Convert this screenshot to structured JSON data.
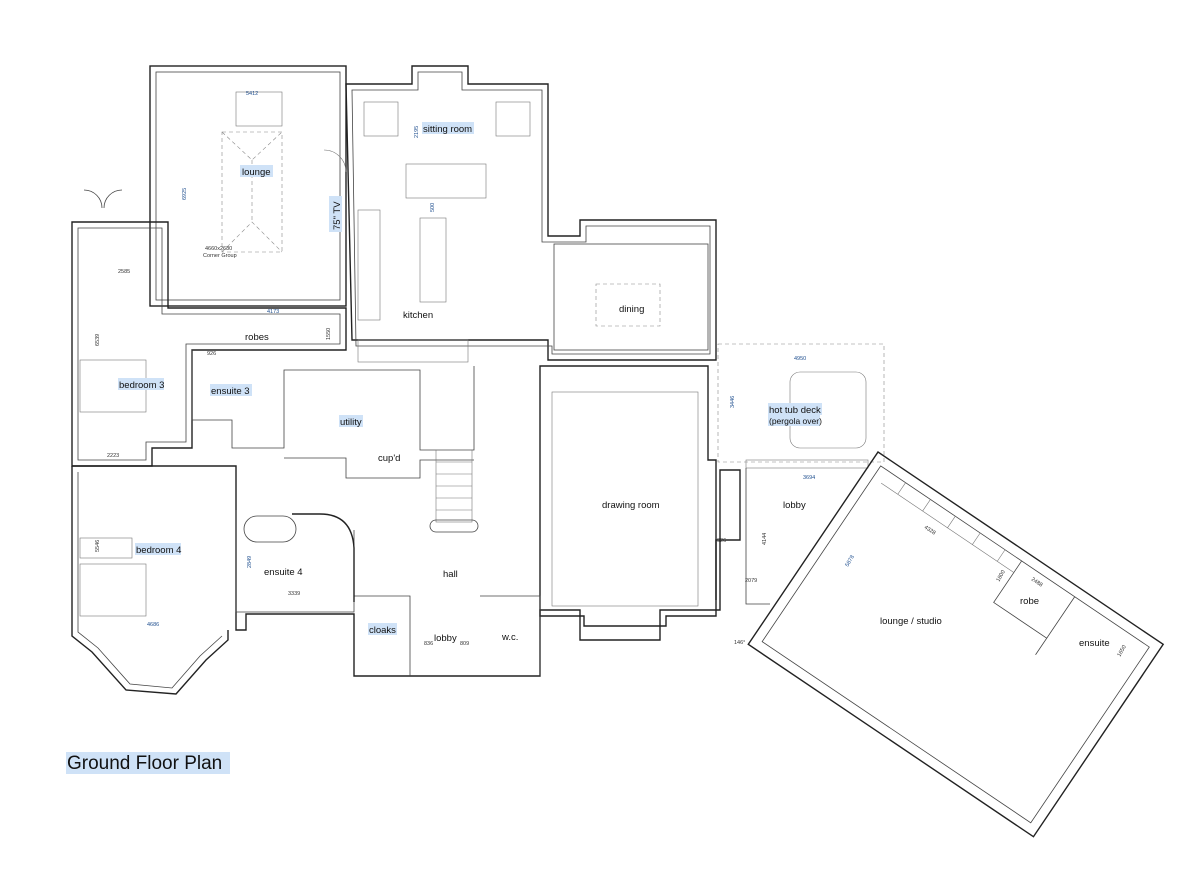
{
  "title": "Ground Floor Plan",
  "rooms": {
    "lounge": "lounge",
    "sitting_room": "sitting room",
    "tv": "75\" TV",
    "kitchen": "kitchen",
    "dining": "dining",
    "robes": "robes",
    "bedroom3": "bedroom 3",
    "ensuite3": "ensuite 3",
    "utility": "utility",
    "cupd": "cup'd",
    "bedroom4": "bedroom 4",
    "ensuite4": "ensuite 4",
    "hall": "hall",
    "cloaks": "cloaks",
    "lobby_front": "lobby",
    "wc": "w.c.",
    "drawing_room": "drawing room",
    "hot_tub_deck": "hot tub deck",
    "pergola": "(pergola over)",
    "lobby_side": "lobby",
    "lounge_studio": "lounge / studio",
    "robe": "robe",
    "ensuite": "ensuite"
  },
  "furniture": {
    "corner_group_size": "4660x2680",
    "corner_group_name": "Corner Group"
  },
  "dimensions": {
    "lounge_width": "5412",
    "lounge_depth": "6925",
    "sitting_depth": "2195",
    "sofa_gap": "500",
    "bed3_width": "2585",
    "bed3_depth": "6539",
    "robes_width": "4173",
    "robes_depth": "1550",
    "door_robes": "926",
    "bed4_width_top": "2223",
    "bed4_depth": "5546",
    "bed4_width": "4686",
    "ens4_depth": "2849",
    "ens4_width": "3339",
    "deck_width": "4950",
    "deck_depth": "3446",
    "lobby_width": "3694",
    "lobby_depth": "4144",
    "lobby_lower": "2079",
    "door_lobby": "926",
    "door_angle": "146°",
    "studio_depth": "5878",
    "studio_width": "4328",
    "robe_depth": "1800",
    "robe_width": "2488",
    "ensuite_depth": "1650",
    "door_front_l": "836",
    "door_front_r": "809"
  },
  "colors": {
    "highlight": "#cfe2f7",
    "wall": "#222222",
    "dim_text": "#1f4f8f"
  }
}
